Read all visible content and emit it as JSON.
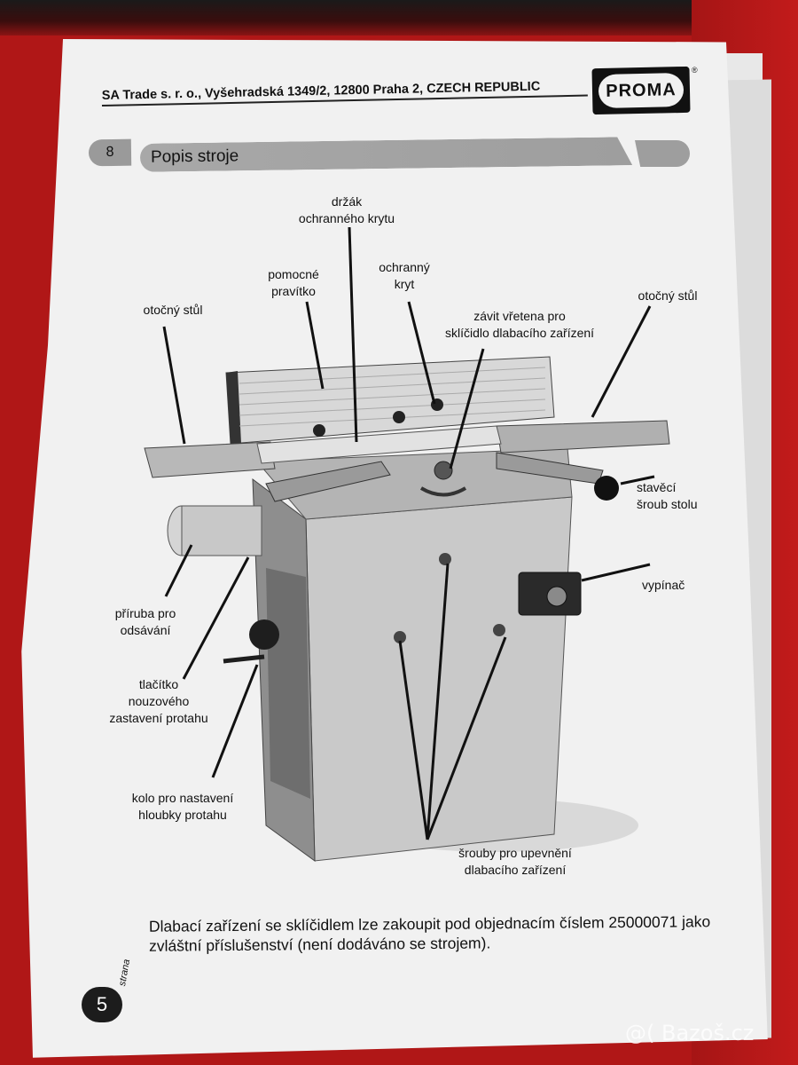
{
  "header": {
    "address": "SA Trade s. r. o., Vyšehradská 1349/2, 12800 Praha 2, CZECH REPUBLIC",
    "logo_text": "PROMA",
    "registered_mark": "®"
  },
  "section": {
    "number": "8",
    "title": "Popis stroje"
  },
  "labels": {
    "holder": "držák\nochranného krytu",
    "ruler": "pomocné\npravítko",
    "cover": "ochranný\nkryt",
    "rotary_left": "otočný stůl",
    "spindle": "závit vřetena pro\nsklíčidlo dlabacího zařízení",
    "rotary_right": "otočný stůl",
    "adjust_screw": "stavěcí\nšroub stolu",
    "switch": "vypínač",
    "flange": "příruba pro\nodsávání",
    "emergency": "tlačítko\nnouzového\nzastavení protahu",
    "wheel": "kolo pro nastavení\nhloubky protahu",
    "bolts": "šrouby pro upevnění\ndlabacího zařízení"
  },
  "bottom_note": "Dlabací zařízení se sklíčidlem lze zakoupit pod objednacím číslem 25000071 jako zvláštní příslušenství (není dodáváno se strojem).",
  "page": {
    "number": "5",
    "word": "strana"
  },
  "watermark": "@( Bazoš.cz",
  "colors": {
    "background": "#b01717",
    "paper": "#f1f1f1",
    "section_bar": "#9e9e9e"
  }
}
